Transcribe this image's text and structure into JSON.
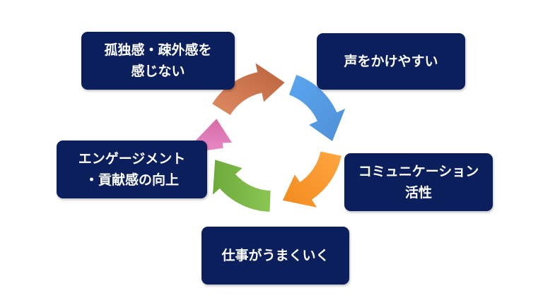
{
  "diagram": {
    "steps": [
      {
        "lines": [
          "孤独感・疎外感を",
          "感じない"
        ],
        "color": "#c8734a"
      },
      {
        "lines": [
          "声をかけやすい"
        ],
        "color": "#5b9be0"
      },
      {
        "lines": [
          "コミュニケーション",
          "活性"
        ],
        "color": "#f7962a"
      },
      {
        "lines": [
          "仕事がうまくいく"
        ],
        "color": "#7ab547"
      },
      {
        "lines": [
          "エンゲージメント",
          "・貢献感の向上"
        ],
        "color": "#dd7cb7"
      }
    ],
    "box_color": "#0b1f5c"
  }
}
